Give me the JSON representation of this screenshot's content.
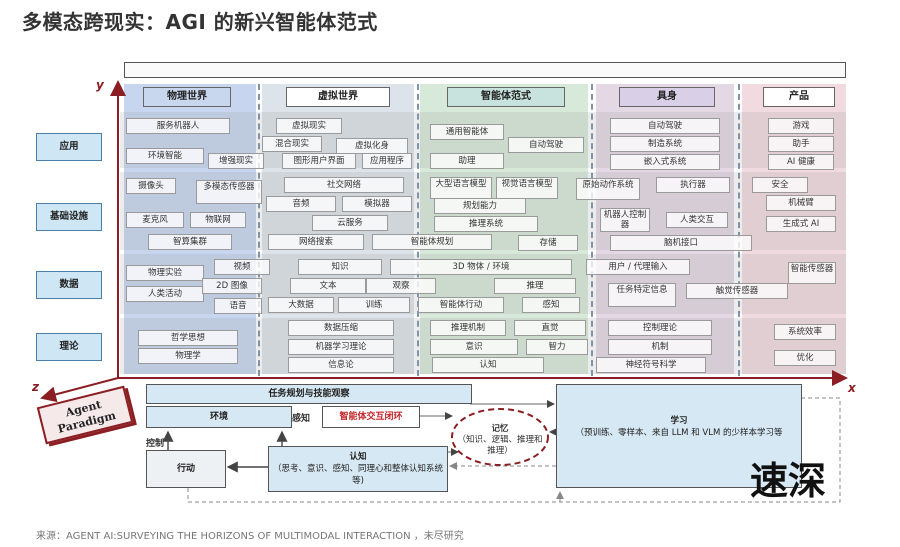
{
  "title": "多模态跨现实：AGI 的新兴智能体范式",
  "axes": {
    "y": "y",
    "x": "x",
    "z": "z"
  },
  "columns": [
    {
      "name": "物理世界",
      "head_color": "#c9d7ee"
    },
    {
      "name": "虚拟世界",
      "head_color": "#ffffff"
    },
    {
      "name": "智能体范式",
      "head_color": "#c8e3dd"
    },
    {
      "name": "具身",
      "head_color": "#d9cfe6"
    },
    {
      "name": "产品",
      "head_color": "#ffffff"
    }
  ],
  "column_colors": [
    "#c7d6ee",
    "#dde3ea",
    "#d7ead9",
    "#e3d8e3",
    "#f1dbe1"
  ],
  "rows": [
    "应用",
    "基础设施",
    "数据",
    "理论"
  ],
  "cells": {
    "app": [
      "服务机器人",
      "环境智能",
      "增强现实",
      "虚拟现实",
      "混合现实",
      "虚拟化身",
      "图形用户界面",
      "应用程序",
      "通用智能体",
      "自动驾驶",
      "助理",
      "自动驾驶",
      "制造系统",
      "嵌入式系统",
      "游戏",
      "助手",
      "AI 健康"
    ],
    "infra": [
      "摄像头",
      "多模态传感器",
      "麦克风",
      "物联网",
      "智算集群",
      "社交网络",
      "音频",
      "模拟器",
      "云服务",
      "网络搜索",
      "智能体规划",
      "大型语言模型",
      "视觉语言模型",
      "规划能力",
      "推理系统",
      "存储",
      "原始动作系统",
      "执行器",
      "机器人控制器",
      "人类交互",
      "脑机接口",
      "安全",
      "机械臂",
      "生成式 AI"
    ],
    "data": [
      "物理实验",
      "视频",
      "人类活动",
      "2D 图像",
      "语音",
      "知识",
      "3D 物体 / 环境",
      "文本",
      "观察",
      "大数据",
      "训练",
      "智能体行动",
      "推理",
      "感知",
      "用户 / 代理输入",
      "任务特定信息",
      "触觉传感器",
      "智能传感器"
    ],
    "theory": [
      "哲学思想",
      "物理学",
      "数据压缩",
      "机器学习理论",
      "信息论",
      "推理机制",
      "直觉",
      "意识",
      "智力",
      "认知",
      "控制理论",
      "机制",
      "神经符号科学",
      "系统效率",
      "优化"
    ]
  },
  "paradigm": {
    "badge": "Agent Paradigm",
    "task_planning": "任务规划与技能观察",
    "environment": "环境",
    "perception": "感知",
    "interactive_loop": "智能体交互闭环",
    "memory_title": "记忆",
    "memory_detail": "（知识、逻辑、推理和推理）",
    "learning_title": "学习",
    "learning_detail": "（预训练、零样本、来自 LLM 和 VLM 的少样本学习等",
    "control": "控制",
    "action": "行动",
    "cognition_title": "认知",
    "cognition_detail": "（思考、意识、感知、同理心和整体认知系统等)"
  },
  "source": "来源：AGENT AI:SURVEYING THE HORIZONS OF MULTIMODAL INTERACTION ，未尽研究",
  "watermark": "速深"
}
